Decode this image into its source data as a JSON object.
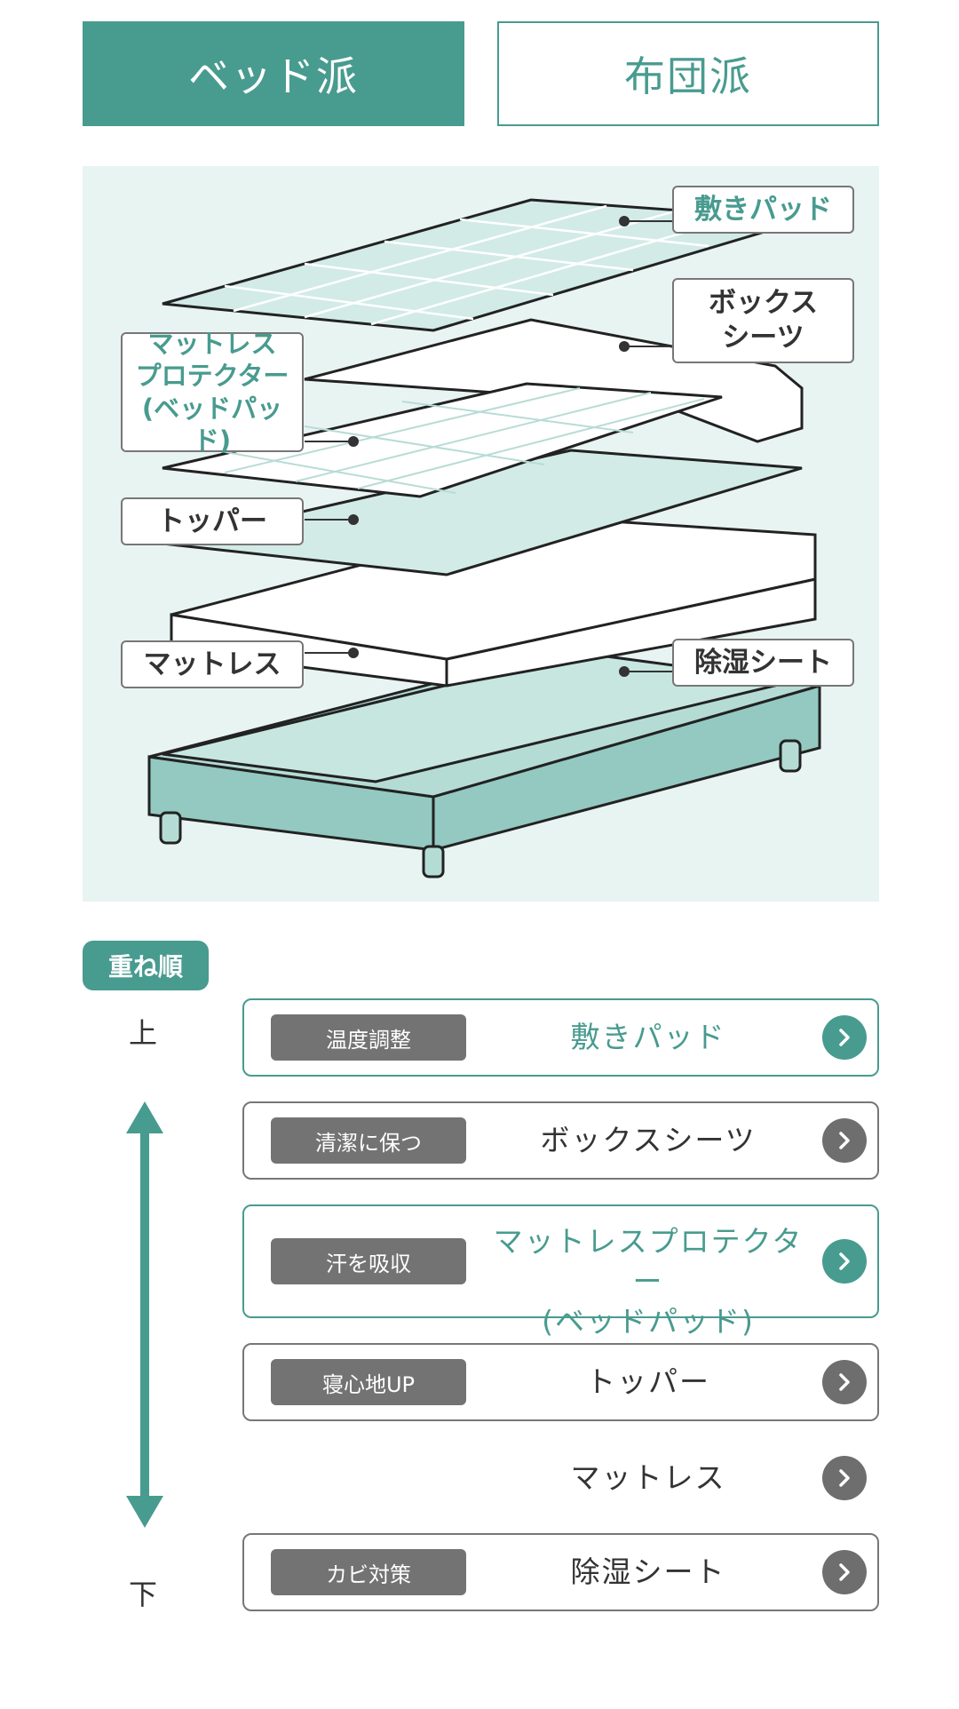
{
  "tabs": {
    "bed": "ベッド派",
    "futon": "布団派"
  },
  "illustration": {
    "labels": {
      "pad": "敷きパッド",
      "box_sheet": "ボックス\nシーツ",
      "protector": "マットレス\nプロテクター\n(ベッドパッド)",
      "topper": "トッパー",
      "mattress": "マットレス",
      "dehumid": "除湿シート"
    }
  },
  "order": {
    "badge": "重ね順",
    "top": "上",
    "bottom": "下",
    "items": [
      {
        "tag": "温度調整",
        "label": "敷きパッド"
      },
      {
        "tag": "清潔に保つ",
        "label": "ボックスシーツ"
      },
      {
        "tag": "汗を吸収",
        "label": "マットレスプロテクター\n(ベッドパッド)"
      },
      {
        "tag": "寝心地UP",
        "label": "トッパー"
      },
      {
        "tag": "",
        "label": "マットレス"
      },
      {
        "tag": "カビ対策",
        "label": "除湿シート"
      }
    ]
  },
  "colors": {
    "accent": "#489b8f",
    "tag_bg": "#737373",
    "illus_bg": "#e8f4f2"
  }
}
